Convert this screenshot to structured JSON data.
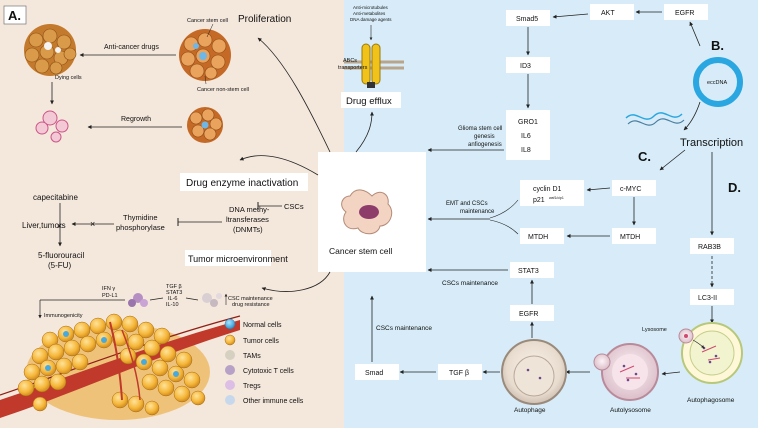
{
  "panel_a": {
    "letter": "A.",
    "proliferation": "Proliferation",
    "cancer_stem_cell_small": "Cancer stem cell",
    "anti_cancer_drugs": "Anti-cancer drugs",
    "dying_cells": "Dying cells",
    "cancer_non_stem_cell": "Cancer non-stem cell",
    "regrowth": "Regrowth",
    "drug_list": [
      "Anti-microtubules",
      "Anti-metabolites",
      "DNA damage agents"
    ],
    "abcs": [
      "ABCs",
      "transporters"
    ],
    "drug_efflux": "Drug efflux",
    "drug_enzyme_inactivation": "Drug enzyme inactivation",
    "cscs": "CSCs",
    "capecitabine": "capecitabine",
    "liver_tumors": "Liver,tumors",
    "thymidine": [
      "Thymidine",
      "phosphorylase"
    ],
    "dnmt": [
      "DNA methy-",
      "ltransferases",
      "(DNMTs)"
    ],
    "fu": [
      "5-fluorouracil",
      "(5-FU)"
    ],
    "tumor_microenvironment": "Tumor microenvironment",
    "ifn": [
      "IFN γ",
      "PD-L1"
    ],
    "immunogenicity": "Immunogenicity",
    "cytokines": [
      "TGF β",
      "STAT3",
      "IL-6",
      "IL-10"
    ],
    "csc_maintenance": [
      "CSC maintenance",
      "drug resistance"
    ],
    "legend": [
      "Normal cells",
      "Tumor cells",
      "TAMs",
      "Cytotoxic T cells",
      "Tregs",
      "Other immune cells"
    ]
  },
  "center": {
    "label": "Cancer stem cell"
  },
  "panel_b": {
    "letter": "B.",
    "nodes": {
      "egfr_top": "EGFR",
      "akt": "AKT",
      "smad5": "Smad5",
      "id3": "ID3",
      "gro1": [
        "GRO1",
        "IL6",
        "IL8"
      ],
      "eccdna": "eccDNA",
      "transcription": "Transcription"
    },
    "glioma": [
      "Glioma stem cell",
      "genesis",
      "anfiogenesis"
    ]
  },
  "panel_c": {
    "letter": "C.",
    "cmyc": "c-MYC",
    "cyclin": [
      "cyclin D1",
      "p21"
    ],
    "p21_sup": "waf1/cip1",
    "mtdh_r": "MTDH",
    "mtdh_l": "MTDH",
    "emt": [
      "EMT and CSCs",
      "maintenance"
    ]
  },
  "panel_d": {
    "letter": "D.",
    "rab3b": "RAB3B",
    "lc3": "LC3-II",
    "lysosome": "Lysosome",
    "autophagosome": "Autophagosome",
    "autolysosome": "Autolysosome",
    "autophage": "Autophage",
    "egfr": "EGFR",
    "stat3": "STAT3",
    "tgfb": "TGF β",
    "smad": "Smad",
    "cscs_maint_1": "CSCs maintenance",
    "cscs_maint_2": "CSCs maintenance"
  }
}
